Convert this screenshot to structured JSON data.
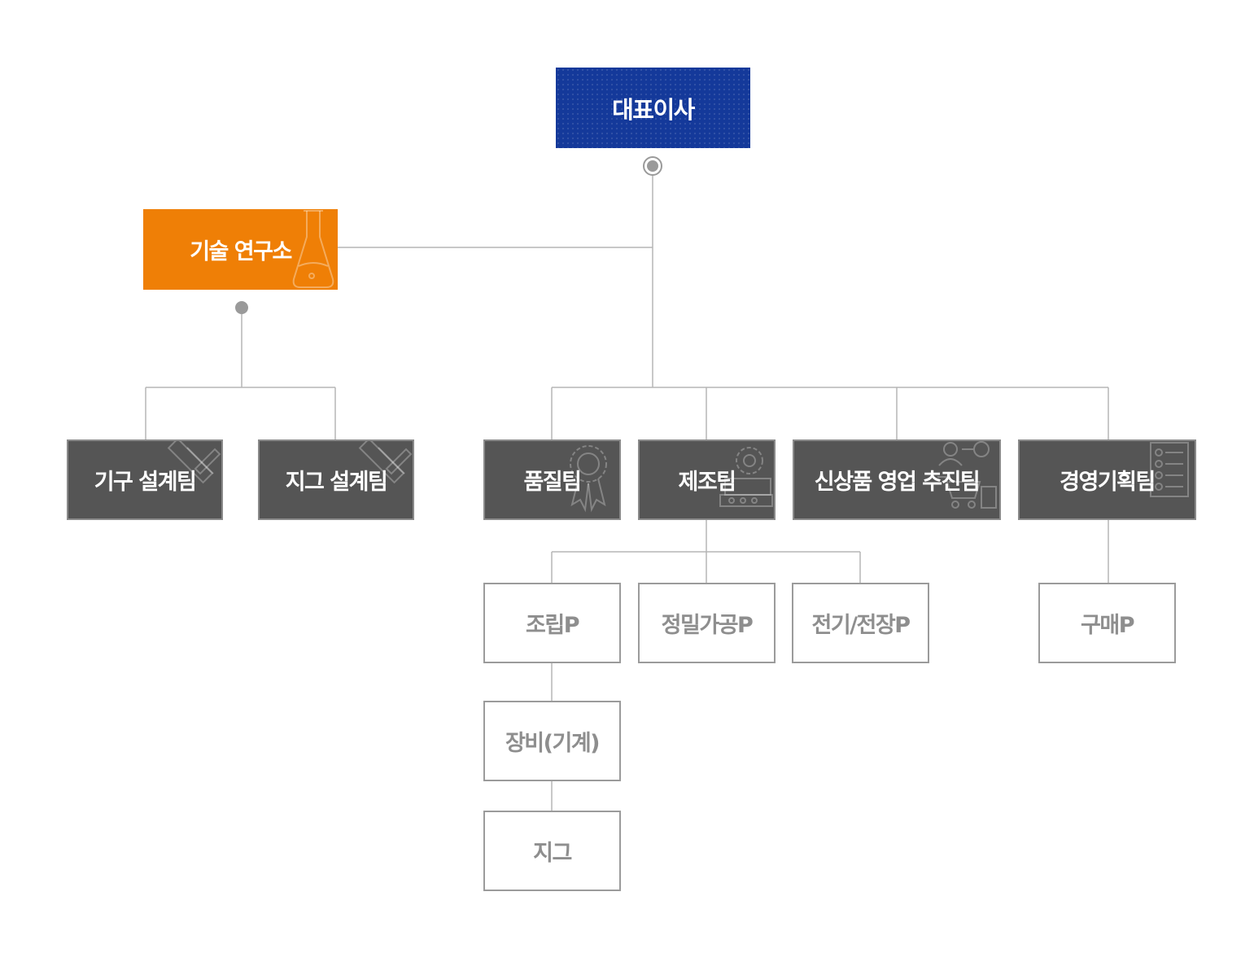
{
  "ceo": {
    "label": "대표이사"
  },
  "lab": {
    "label": "기술 연구소",
    "icon": "flask-icon",
    "color": "#ef7f06"
  },
  "lab_teams": [
    {
      "label": "기구 설계팀",
      "icon": "ruler-pencil-icon"
    },
    {
      "label": "지그 설계팀",
      "icon": "ruler-pencil-icon"
    }
  ],
  "teams": [
    {
      "label": "품질팀",
      "icon": "quality-badge-icon"
    },
    {
      "label": "제조팀",
      "icon": "factory-gear-icon"
    },
    {
      "label": "신상품 영업 추진팀",
      "icon": "sales-cart-icon"
    },
    {
      "label": "경영기획팀",
      "icon": "checklist-icon"
    }
  ],
  "parts": {
    "assembly": "조립P",
    "precision": "정밀가공P",
    "electric": "전기/전장P",
    "equipment": "장비(기계)",
    "jig": "지그",
    "purchase": "구매P"
  },
  "colors": {
    "ceo": "#14399a",
    "team": "#555555",
    "line": "#b5b5b5",
    "part_text": "#8e8e8e"
  }
}
